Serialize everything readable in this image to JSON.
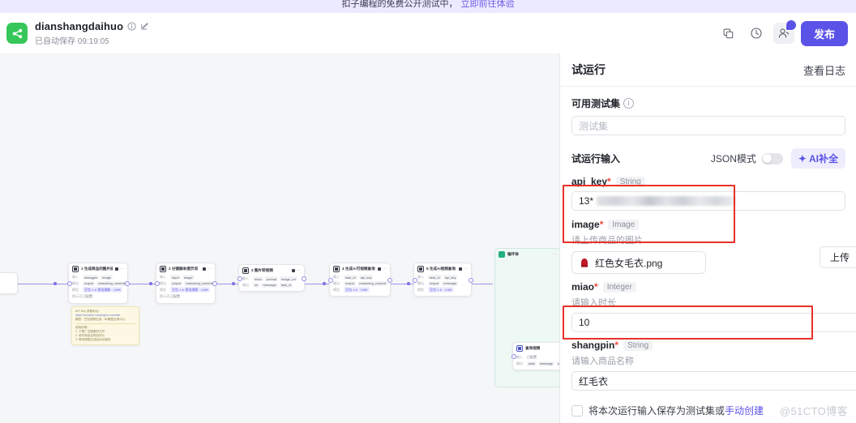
{
  "promo": {
    "text": "扣子编程的免费公开测试中，",
    "link": "立即前往体验"
  },
  "header": {
    "app_title": "dianshangdaihuo",
    "save_status": "已自动保存 09:19:05",
    "icons": {
      "info": "info-icon",
      "edit": "edit-icon",
      "copy": "copy-icon",
      "history": "history-icon",
      "collaborator": "collaborator-icon"
    },
    "publish_label": "发布"
  },
  "panel": {
    "title": "试运行",
    "view_log_label": "查看日志",
    "testset": {
      "label": "可用测试集",
      "placeholder": "测试集",
      "value": ""
    },
    "input_section": {
      "label": "试运行输入",
      "json_mode_label": "JSON模式",
      "json_mode_on": false,
      "ai_complete_label": "AI补全"
    },
    "fields": [
      {
        "name": "api_key",
        "required": "*",
        "type": "String",
        "desc": "",
        "value": "13*",
        "redacted": true
      },
      {
        "name": "image",
        "required": "*",
        "type": "Image",
        "desc": "请上传商品的图片",
        "file_name": "红色女毛衣.png",
        "upload_label": "上传"
      },
      {
        "name": "miao",
        "required": "*",
        "type": "Integer",
        "desc": "请输入时长",
        "value": "10"
      },
      {
        "name": "shangpin",
        "required": "*",
        "type": "String",
        "desc": "请输入商品名称",
        "value": "红毛衣"
      }
    ],
    "save_checkbox": {
      "checked": false,
      "text": "将本次运行输入保存为测试集或",
      "link": "手动创建"
    }
  },
  "canvas": {
    "nodes": [
      {
        "title": "1 生成商品的图片描述",
        "rows": [
          {
            "key": "输入",
            "pills": [
              "shangpin",
              "image"
            ]
          },
          {
            "key": "输出",
            "pills": [
              "output",
              "reasoning_content"
            ]
          },
          {
            "key": "模型",
            "pills": [
              "豆包·1.6·视觉理解 · 128K"
            ]
          },
          {
            "key": "提示词",
            "pills": [
              "已配置"
            ]
          }
        ]
      },
      {
        "title": "2 分镜脚本提示词",
        "rows": [
          {
            "key": "输入",
            "pills": [
              "input",
              "image"
            ]
          },
          {
            "key": "输出",
            "pills": [
              "output",
              "reasoning_content"
            ]
          },
          {
            "key": "模型",
            "pills": [
              "豆包·1.6·视觉理解 · 128K"
            ]
          },
          {
            "key": "提示词",
            "pills": [
              "已配置"
            ]
          }
        ]
      },
      {
        "title": "3 图片转视频",
        "rows": [
          {
            "key": "输入",
            "pills": [
              "miao",
              "prompt",
              "image_url"
            ]
          },
          {
            "key": "输出",
            "pills": [
              "url",
              "message",
              "task_id"
            ]
          }
        ]
      },
      {
        "title": "4 生成Ai可视频查询",
        "rows": [
          {
            "key": "输入",
            "pills": [
              "task_id",
              "api_key"
            ]
          },
          {
            "key": "输出",
            "pills": [
              "output",
              "reasoning_content"
            ]
          },
          {
            "key": "模型",
            "pills": [
              "豆包·1.6 · 128K"
            ]
          }
        ]
      },
      {
        "title": "5 生成Ai视频查询",
        "rows": [
          {
            "key": "输入",
            "pills": [
              "task_id",
              "api_key"
            ]
          },
          {
            "key": "输出",
            "pills": [
              "output",
              "message"
            ]
          },
          {
            "key": "模型",
            "pills": [
              "豆包·1.6 · 128K"
            ]
          }
        ]
      }
    ],
    "group": {
      "title": "循环体",
      "inner_node": {
        "title": "查询视频",
        "rows": [
          {
            "key": "输入",
            "pills": [
              "已配置"
            ]
          },
          {
            "key": "输出",
            "pills": [
              "data",
              "message",
              "status"
            ]
          }
        ]
      }
    },
    "sticky": {
      "lines": [
        "API Key 获取地址：",
        "https://console.volcengine.com/ark",
        "模型：豆包视频生成 · 4K模型应用中心",
        "",
        "使用说明：",
        "1. 下载广告图素材文件",
        "2. 填写商品名称及时长",
        "3. 等待视频生成后自动保存"
      ]
    }
  },
  "watermark": "@51CTO博客"
}
